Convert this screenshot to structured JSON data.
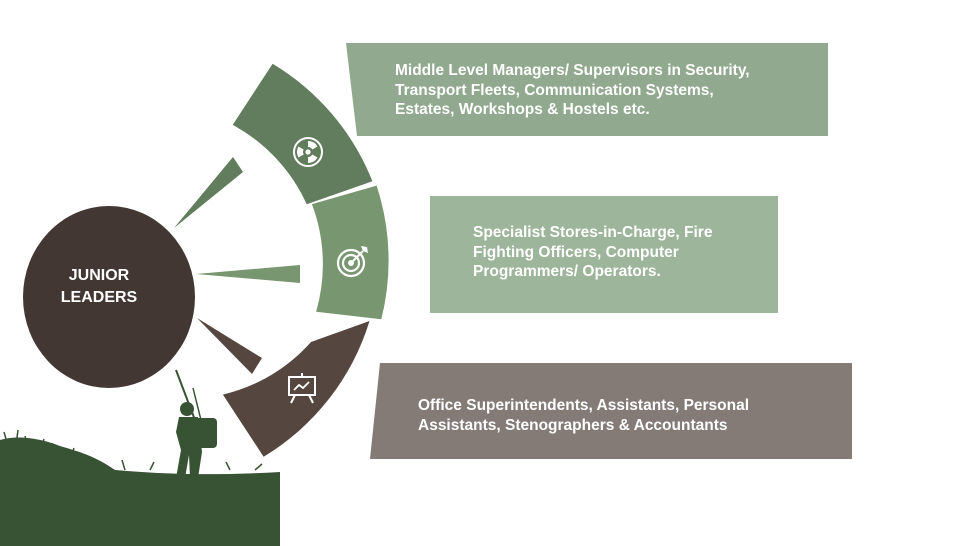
{
  "center": {
    "label": "JUNIOR\nLEADERS"
  },
  "segments": [
    {
      "text": "Middle Level Managers/ Supervisors in Security,\nTransport Fleets, Communication Systems,\nEstates, Workshops & Hostels etc.",
      "icon": "radiation-icon",
      "segment_color": "#627d5d",
      "box_color": "#91a98e"
    },
    {
      "text": "Specialist Stores-in-Charge, Fire\nFighting Officers, Computer\nProgrammers/ Operators.",
      "icon": "target-icon",
      "segment_color": "#78966f",
      "box_color": "#9db59a"
    },
    {
      "text": "Office Superintendents, Assistants, Personal\nAssistants, Stenographers & Accountants",
      "icon": "presentation-board-icon",
      "segment_color": "#55463f",
      "box_color": "#847b77"
    }
  ],
  "colors": {
    "circle": "#433733",
    "ground": "#385234"
  }
}
